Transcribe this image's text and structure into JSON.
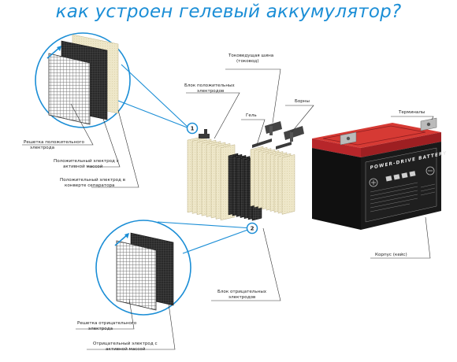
{
  "title": "как устроен гелевый аккумулятор?",
  "labels": {
    "positive_grid": [
      "Решетка положительного",
      "электрода"
    ],
    "positive_electrode_active": [
      "Положительный электрод с",
      "активной массой"
    ],
    "positive_electrode_envelope": [
      "Положительный электрод в",
      "конверте сепаратора"
    ],
    "positive_block": [
      "Блок положительных",
      "электродов"
    ],
    "busbar": [
      "Токоведущая шина",
      "(токовод)"
    ],
    "gel": [
      "Гель"
    ],
    "borny": [
      "Борны"
    ],
    "terminals": [
      "Терминалы"
    ],
    "case": [
      "Корпус (кейс)"
    ],
    "negative_block": [
      "Блок отрицательных",
      "электродов"
    ],
    "negative_grid": [
      "Решетка отрицательного",
      "электрода"
    ],
    "negative_electrode_active": [
      "Отрицательный электрод с",
      "активной массой"
    ]
  },
  "callouts": {
    "one": "1",
    "two": "2"
  },
  "battery": {
    "brand_text": "POWER-DRIVE BATTERY"
  },
  "colors": {
    "accent": "#1b8ed6",
    "case_black": "#151515",
    "lid_red": "#c0282b",
    "separator": "#eee7c9"
  }
}
